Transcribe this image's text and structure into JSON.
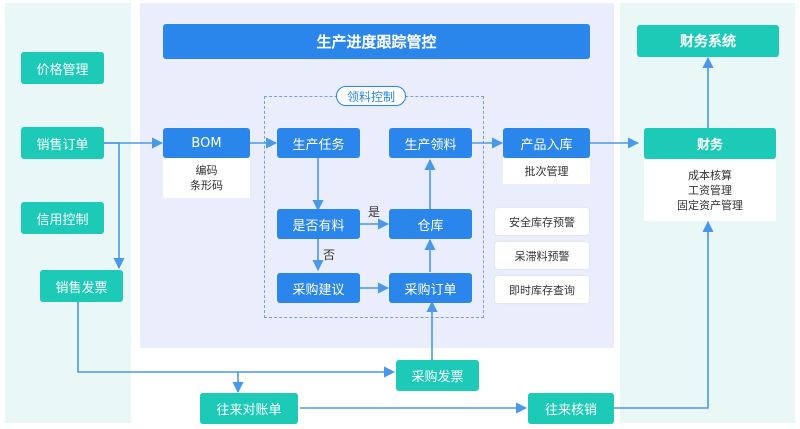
{
  "left_modules": {
    "price_mgmt": "价格管理",
    "sales_order": "销售订单",
    "credit_control": "信用控制",
    "sales_invoice": "销售发票"
  },
  "center": {
    "title": "生产进度跟踪管控",
    "material_control": "领料控制",
    "bom": "BOM",
    "bom_details": [
      "编码",
      "条形码"
    ],
    "production_task": "生产任务",
    "production_pick": "生产领料",
    "product_storage": "产品入库",
    "batch_mgmt": "批次管理",
    "has_material": "是否有料",
    "yes": "是",
    "no": "否",
    "warehouse": "仓库",
    "purchase_suggestion": "采购建议",
    "purchase_order": "采购订单",
    "alerts": [
      "安全库存预警",
      "呆滞料预警",
      "即时库存查询"
    ]
  },
  "bottom": {
    "purchase_invoice": "采购发票",
    "reconciliation": "往来对账单",
    "write_off": "往来核销"
  },
  "right": {
    "finance_system": "财务系统",
    "finance": "财务",
    "finance_items": [
      "成本核算",
      "工资管理",
      "固定资产管理"
    ]
  },
  "colors": {
    "teal": "#1ccab7",
    "blue": "#2a86ea",
    "panel_light": "#e9f7f6",
    "panel_blue": "#eaedfb",
    "arrow": "#4a98ea"
  }
}
